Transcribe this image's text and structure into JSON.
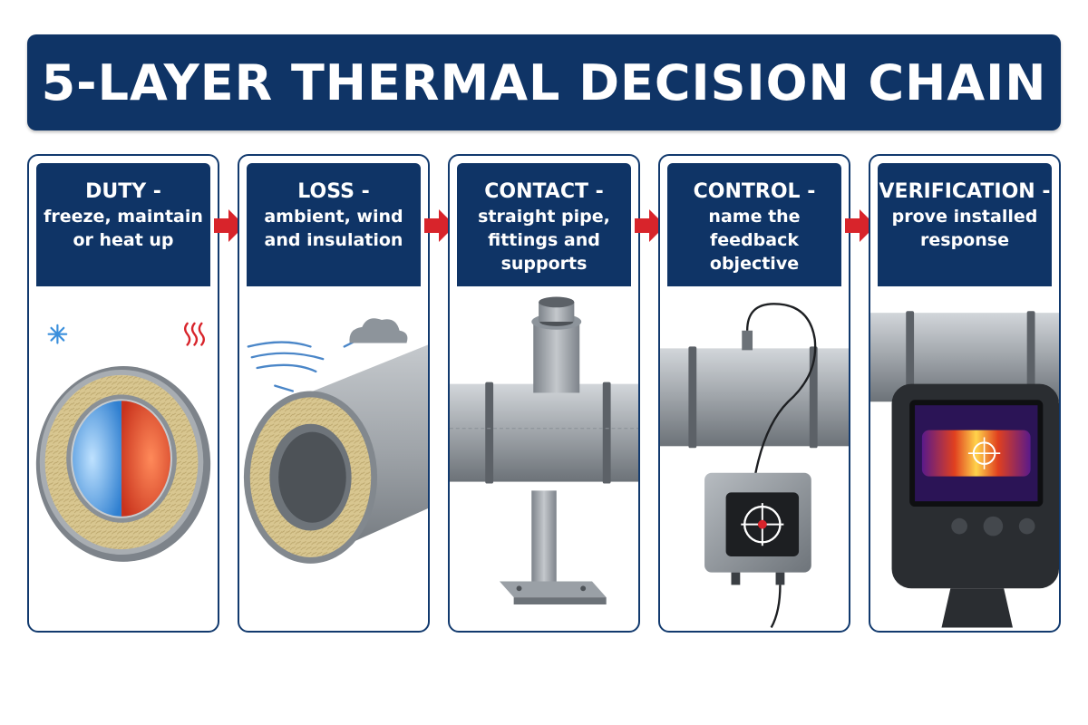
{
  "title": "5-LAYER THERMAL DECISION CHAIN",
  "colors": {
    "navy": "#0f3466",
    "arrow_red": "#d8242b",
    "insulation": "#d6c48e",
    "pipe_gray": "#9aa0a6",
    "cold_blue": "#3a8fdc",
    "hot_red": "#e24a2f"
  },
  "steps": [
    {
      "title": "DUTY -",
      "description": "freeze, maintain or heat up",
      "icons": [
        "snowflake-icon",
        "heat-waves-icon"
      ]
    },
    {
      "title": "LOSS -",
      "description": "ambient, wind and insulation",
      "icons": [
        "wind-icon",
        "cloud-icon"
      ]
    },
    {
      "title": "CONTACT -",
      "description": "straight pipe, fittings and supports",
      "icons": [
        "pipe-tee-icon",
        "pipe-support-icon"
      ]
    },
    {
      "title": "CONTROL -",
      "description": "name the feedback objective",
      "icons": [
        "sensor-icon",
        "controller-box-icon"
      ]
    },
    {
      "title": "VERIFICATION -",
      "description": "prove installed response",
      "icons": [
        "thermal-camera-icon"
      ]
    }
  ]
}
